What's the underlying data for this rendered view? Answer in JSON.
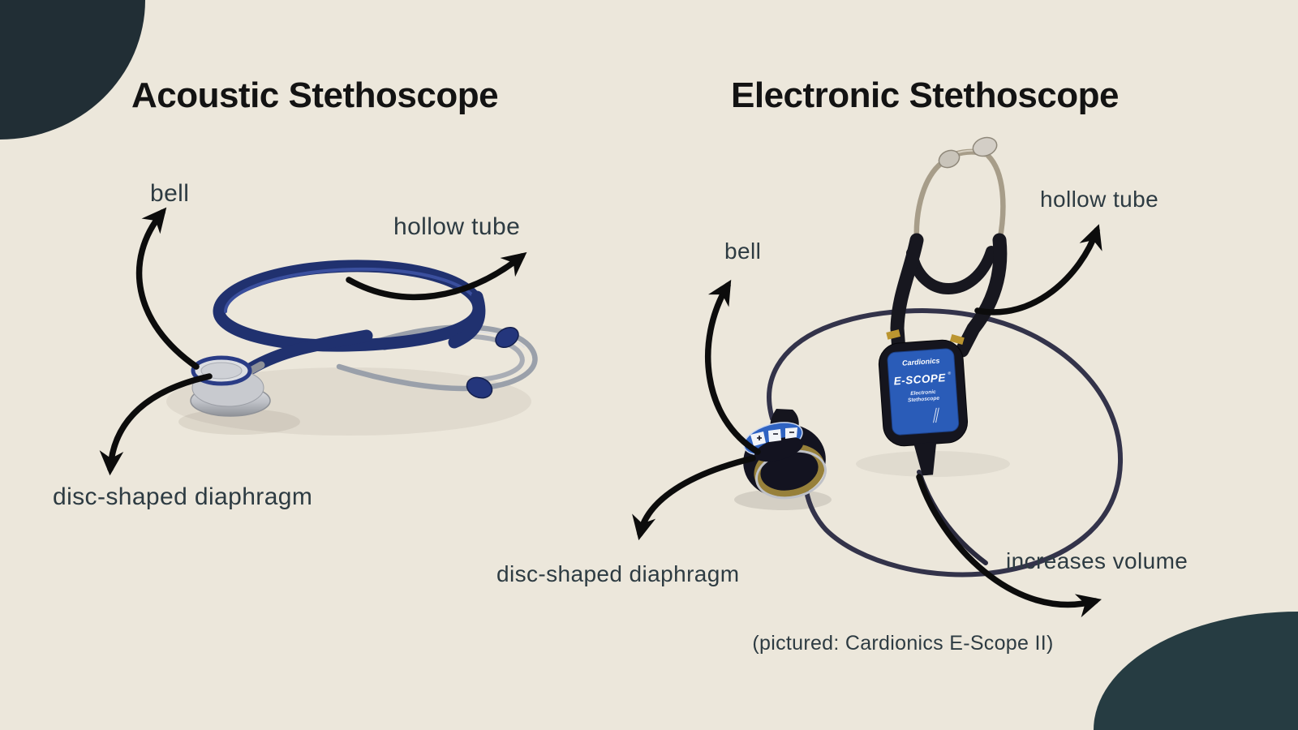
{
  "page": {
    "background_color": "#ece7db",
    "corner_top_left_color": "#212e35",
    "corner_bottom_right_color": "#263c42",
    "arrow_color": "#0c0c0c",
    "label_color": "#2d3b42"
  },
  "left_figure": {
    "title": "Acoustic Stethoscope",
    "labels": {
      "bell": "bell",
      "hollow_tube": "hollow tube",
      "diaphragm": "disc-shaped diaphragm"
    },
    "colors": {
      "tube_navy": "#20316f",
      "metal_silver": "#a9adb5"
    }
  },
  "right_figure": {
    "title": "Electronic Stethoscope",
    "labels": {
      "bell": "bell",
      "hollow_tube": "hollow tube",
      "diaphragm": "disc-shaped diaphragm",
      "volume": "increases volume"
    },
    "caption": "(pictured: Cardionics E-Scope II)",
    "device": {
      "brand": "Cardionics",
      "model": "E-SCOPE",
      "model_mark": "®",
      "type_line1": "Electronic",
      "type_line2": "Stethoscope"
    },
    "colors": {
      "tube_black": "#17171f",
      "label_blue": "#2a5cb8",
      "cable": "#33334a",
      "brass": "#97803a"
    }
  }
}
